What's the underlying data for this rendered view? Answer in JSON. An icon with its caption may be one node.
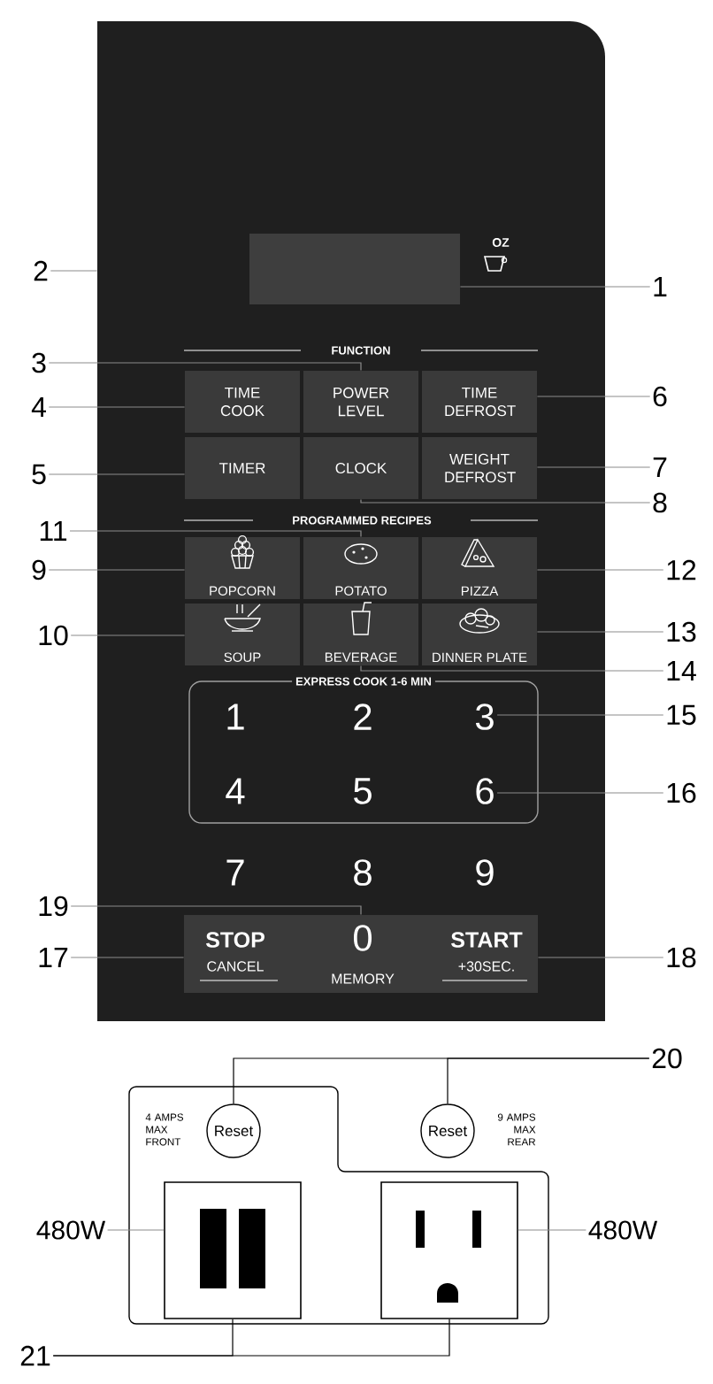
{
  "diagram": {
    "nodes": [
      {
        "text": [],
        "shape": "box"
      },
      {
        "text": [],
        "shape": "box",
        "in": 0
      },
      {
        "text": [
          "TIME COOK"
        ],
        "in": 0
      },
      {
        "text": [
          "POWER LEVEL"
        ],
        "in": 0
      },
      {
        "text": [
          "TIME DEFROST"
        ],
        "in": 0
      },
      {
        "text": [
          "TIMER"
        ],
        "in": 0
      },
      {
        "text": [
          "CLOCK"
        ],
        "in": 0
      },
      {
        "text": [
          "WEIGHT DEFROST"
        ],
        "in": 0
      },
      {
        "text": [
          "POPCORN"
        ],
        "in": 0
      },
      {
        "text": [
          "POTATO"
        ],
        "in": 0
      },
      {
        "text": [
          "PIZZA"
        ],
        "in": 0
      },
      {
        "text": [
          "SOUP"
        ],
        "in": 0
      },
      {
        "text": [
          "BEVERAGE"
        ],
        "in": 0
      },
      {
        "text": [
          "DINNER PLATE"
        ],
        "in": 0
      },
      {
        "text": [
          "EXPRESS COOK 1-6 MIN"
        ],
        "in": 0
      },
      {
        "text": [
          "1"
        ],
        "in": 14
      },
      {
        "text": [
          "2"
        ],
        "in": 14
      },
      {
        "text": [
          "3"
        ],
        "in": 14
      },
      {
        "text": [
          "4"
        ],
        "in": 14
      },
      {
        "text": [
          "5"
        ],
        "in": 14
      },
      {
        "text": [
          "6"
        ],
        "in": 14
      },
      {
        "text": [
          "STOP",
          "CANCEL"
        ],
        "in": 0
      },
      {
        "text": [
          "0",
          "MEMORY"
        ],
        "in": 0
      },
      {
        "text": [
          "START",
          "+30SEC."
        ],
        "in": 0
      },
      {
        "text": [
          "4 AMPS MAX FRONT",
          "9 AMPS MAX REAR"
        ]
      },
      {
        "text": [
          "Reset"
        ],
        "in": 24
      },
      {
        "text": [
          "Reset"
        ],
        "in": 24
      },
      {
        "text": [],
        "shape": "box",
        "in": 24
      },
      {
        "text": [],
        "shape": "box",
        "in": 24
      },
      {
        "text": [
          "1"
        ]
      },
      {
        "text": [
          "2"
        ]
      },
      {
        "text": [
          "3"
        ]
      },
      {
        "text": [
          "4"
        ]
      },
      {
        "text": [
          "5"
        ]
      },
      {
        "text": [
          "6"
        ]
      },
      {
        "text": [
          "7"
        ]
      },
      {
        "text": [
          "8"
        ]
      },
      {
        "text": [
          "11"
        ]
      },
      {
        "text": [
          "9"
        ]
      },
      {
        "text": [
          "12"
        ]
      },
      {
        "text": [
          "10"
        ]
      },
      {
        "text": [
          "13"
        ]
      },
      {
        "text": [
          "14"
        ]
      },
      {
        "text": [
          "15"
        ]
      },
      {
        "text": [
          "16"
        ]
      },
      {
        "text": [
          "19"
        ]
      },
      {
        "text": [
          "17"
        ]
      },
      {
        "text": [
          "18"
        ]
      },
      {
        "text": [
          "20"
        ]
      },
      {
        "text": [
          "480W"
        ]
      },
      {
        "text": [
          "480W"
        ]
      },
      {
        "text": [
          "21"
        ]
      }
    ],
    "edges": [
      {
        "from": 29,
        "to": 1,
        "arrow": "none"
      },
      {
        "from": 30,
        "to": 0,
        "arrow": "none"
      },
      {
        "from": 31,
        "to": 3,
        "arrow": "none"
      },
      {
        "from": 32,
        "to": 2,
        "arrow": "none"
      },
      {
        "from": 33,
        "to": 5,
        "arrow": "none"
      },
      {
        "from": 34,
        "to": 4,
        "arrow": "none"
      },
      {
        "from": 35,
        "to": 7,
        "arrow": "none"
      },
      {
        "from": 36,
        "to": 6,
        "arrow": "none"
      },
      {
        "from": 37,
        "to": 9,
        "arrow": "none"
      },
      {
        "from": 38,
        "to": 8,
        "arrow": "none"
      },
      {
        "from": 39,
        "to": 10,
        "arrow": "none"
      },
      {
        "from": 40,
        "to": 11,
        "arrow": "none"
      },
      {
        "from": 41,
        "to": 13,
        "arrow": "none"
      },
      {
        "from": 42,
        "to": 12,
        "arrow": "none"
      },
      {
        "from": 43,
        "to": 17,
        "arrow": "none"
      },
      {
        "from": 44,
        "to": 20,
        "arrow": "none"
      },
      {
        "from": 45,
        "to": 22,
        "arrow": "none"
      },
      {
        "from": 46,
        "to": 21,
        "arrow": "none"
      },
      {
        "from": 47,
        "to": 23,
        "arrow": "none"
      },
      {
        "from": 48,
        "to": 25,
        "arrow": "none",
        "color": "#000000"
      },
      {
        "from": 48,
        "to": 26,
        "arrow": "none",
        "color": "#000000"
      },
      {
        "from": 49,
        "to": 27,
        "arrow": "none"
      },
      {
        "from": 50,
        "to": 28,
        "arrow": "none"
      },
      {
        "from": 51,
        "to": 27,
        "arrow": "none",
        "color": "#000000"
      },
      {
        "from": 51,
        "to": 28,
        "arrow": "none",
        "color": "#000000"
      }
    ],
    "labels": [
      "OZ",
      "FUNCTION",
      "PROGRAMMED RECIPES",
      "7",
      "8",
      "9"
    ]
  }
}
